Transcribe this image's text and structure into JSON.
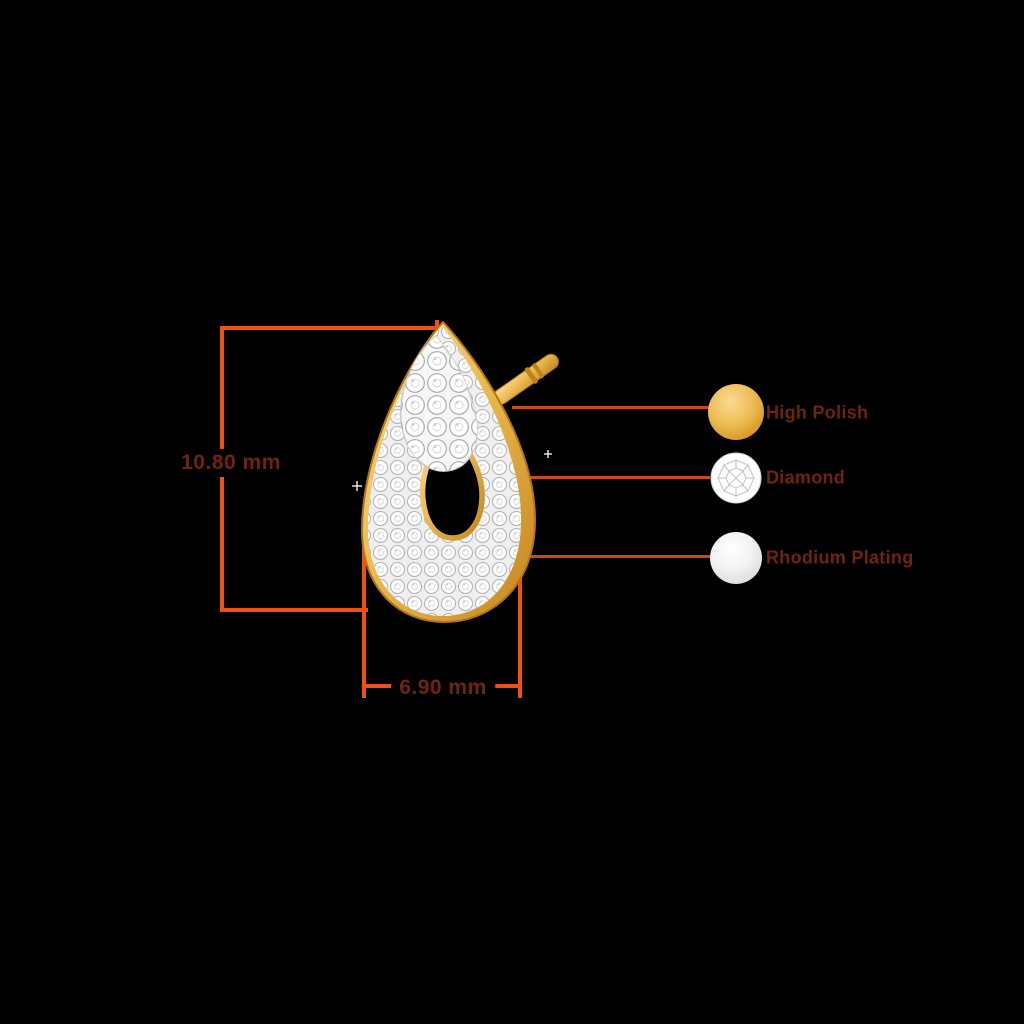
{
  "dimensions": {
    "height_label": "10.80 mm",
    "width_label": "6.90 mm"
  },
  "legend": {
    "items": [
      {
        "label": "High Polish",
        "icon": "gold-circle"
      },
      {
        "label": "Diamond",
        "icon": "diamond-icon"
      },
      {
        "label": "Rhodium Plating",
        "icon": "rhodium-circle"
      }
    ]
  },
  "colors": {
    "background": "#000000",
    "dimension_line": "#f2500e",
    "leader_line": "#cd4a12",
    "label_text": "#6e2410",
    "gold": "#ecba52",
    "rhodium": "#e8e8e8",
    "diamond": "#ffffff"
  }
}
